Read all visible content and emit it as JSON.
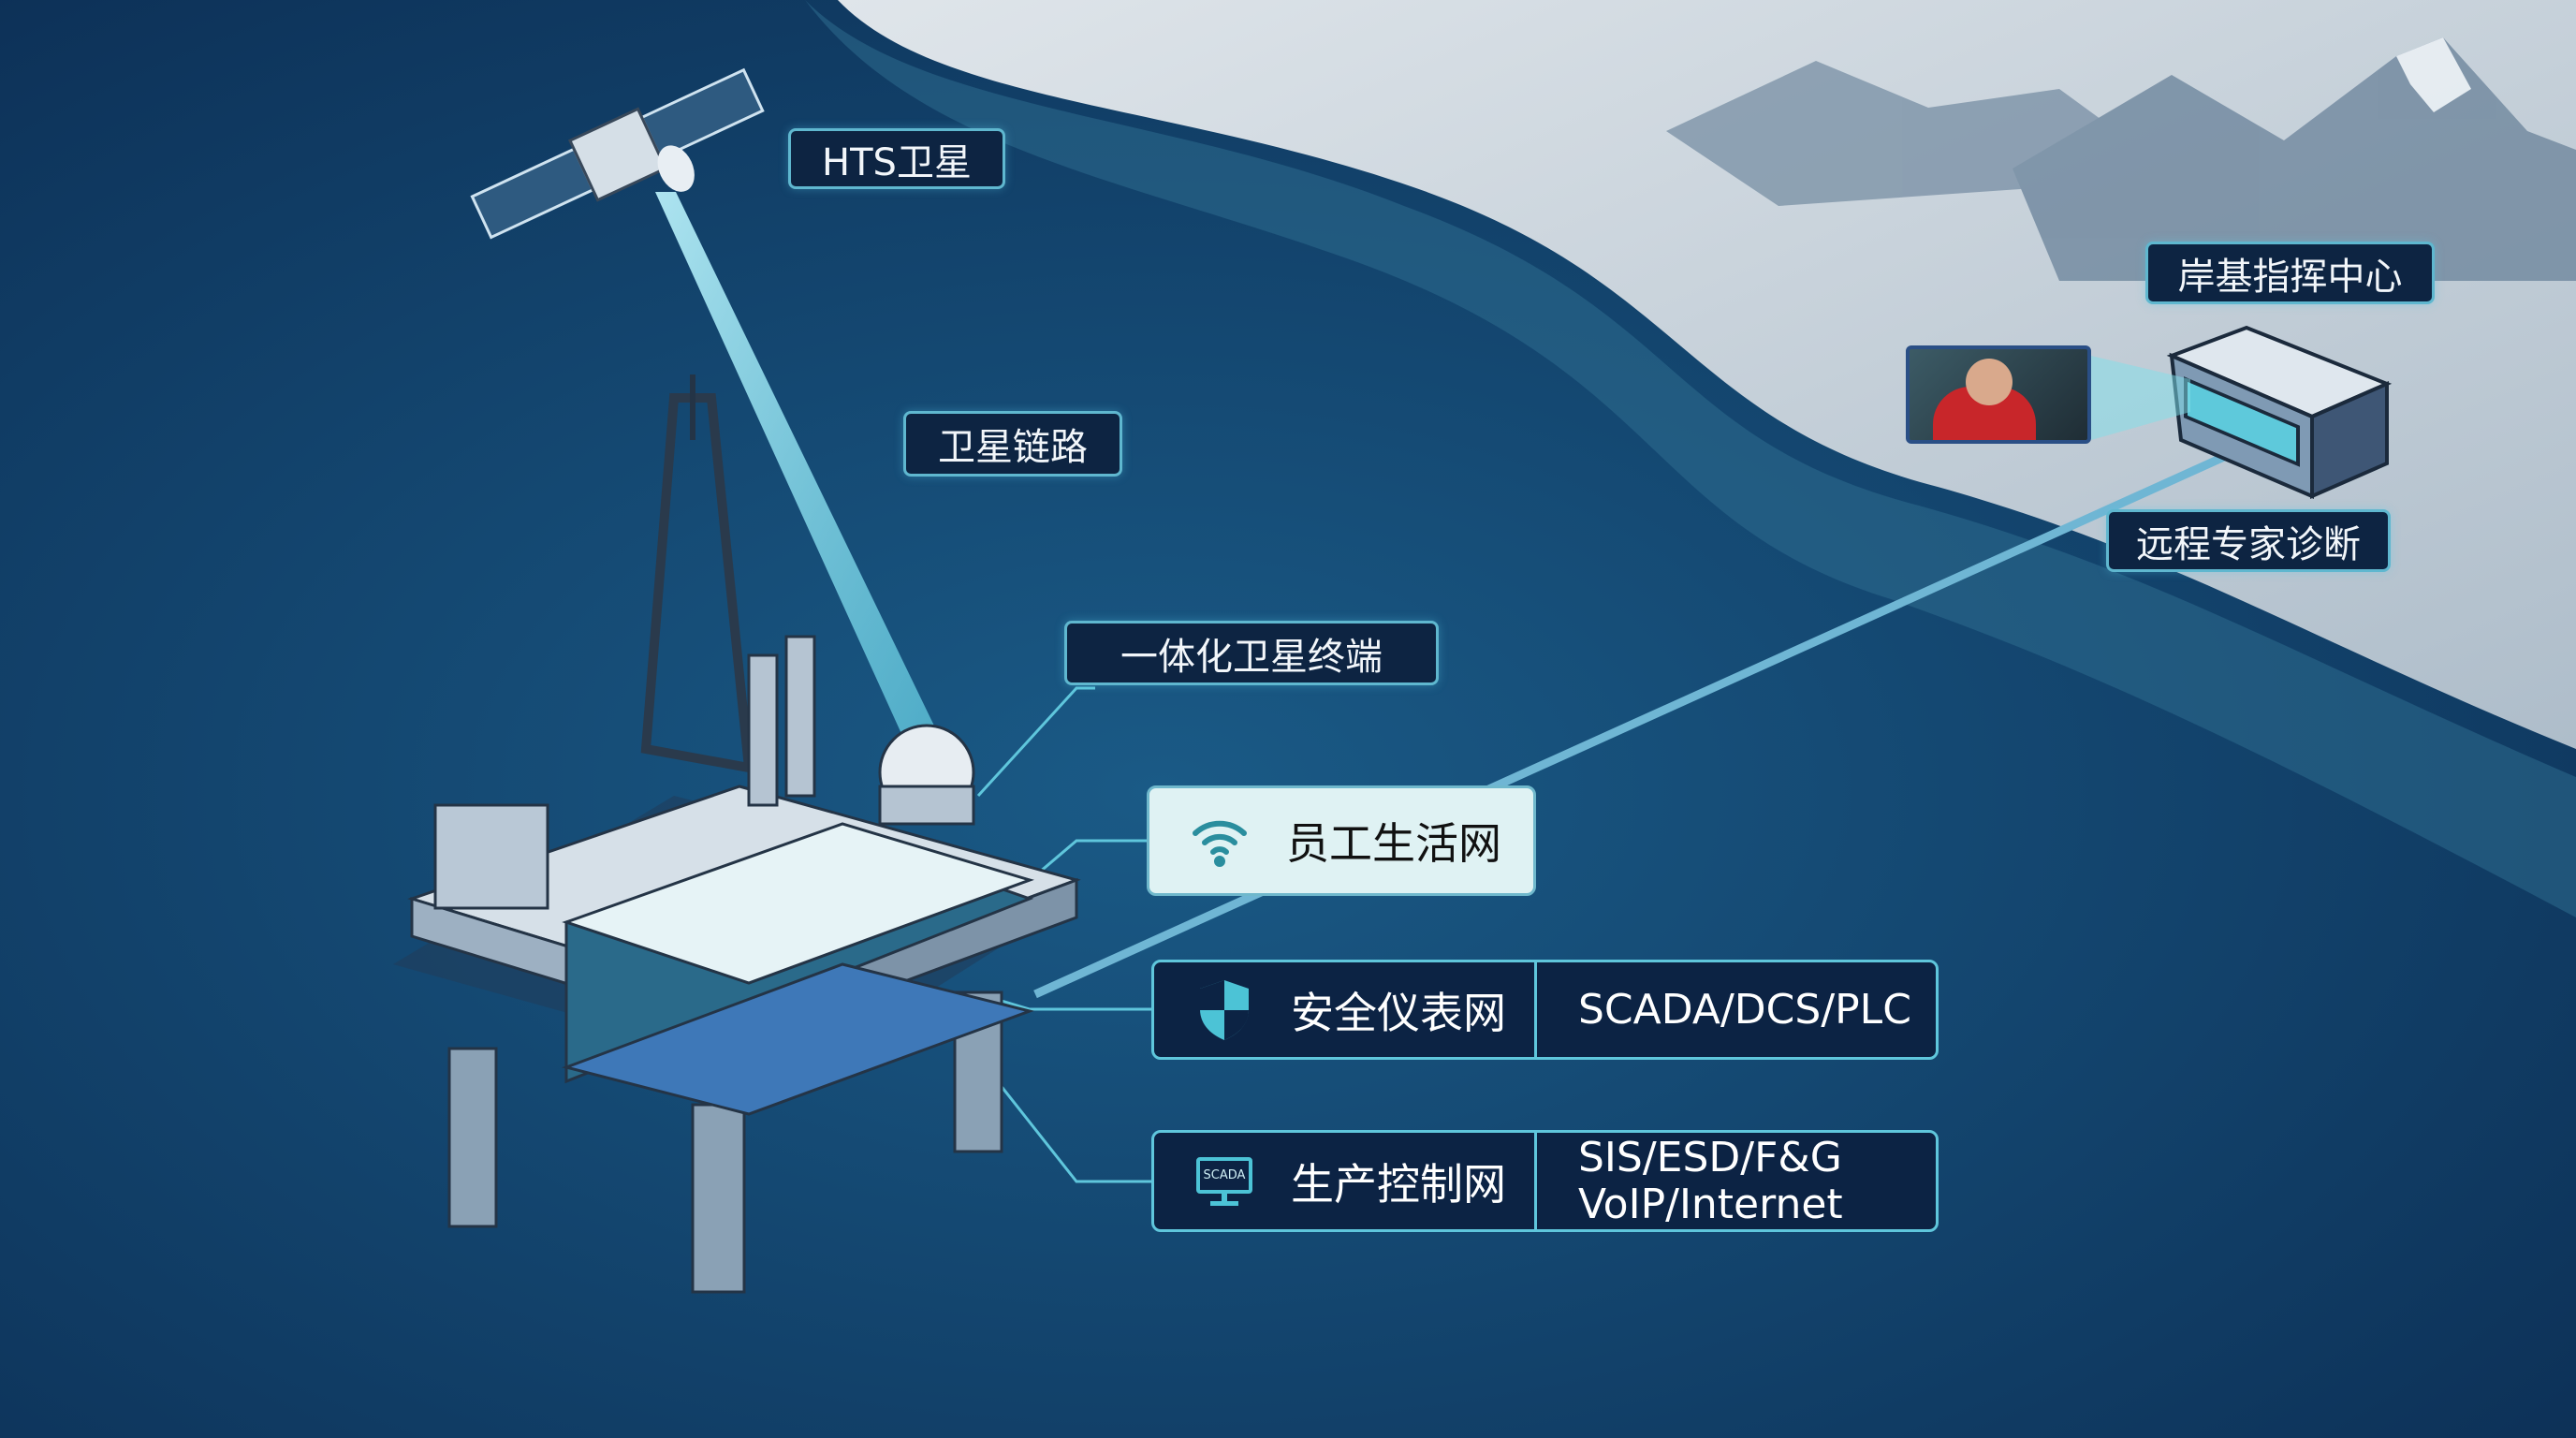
{
  "labels": {
    "satellite": "HTS卫星",
    "satellite_link": "卫星链路",
    "terminal": "一体化卫星终端",
    "command_center": "岸基指挥中心",
    "remote_diagnosis": "远程专家诊断"
  },
  "networks": [
    {
      "name": "员工生活网",
      "icon": "wifi-icon"
    },
    {
      "name": "安全仪表网",
      "icon": "shield-icon",
      "protocols": [
        "SCADA/DCS/PLC"
      ]
    },
    {
      "name": "生产控制网",
      "icon": "scada-monitor-icon",
      "icon_text": "SCADA",
      "protocols": [
        "SIS/ESD/F&G",
        "VoIP/Internet"
      ]
    }
  ],
  "colors": {
    "ocean": "#0e3a63",
    "land": "#c9d3dc",
    "accent": "#5fc6dc",
    "label_bg": "#0d2442"
  }
}
